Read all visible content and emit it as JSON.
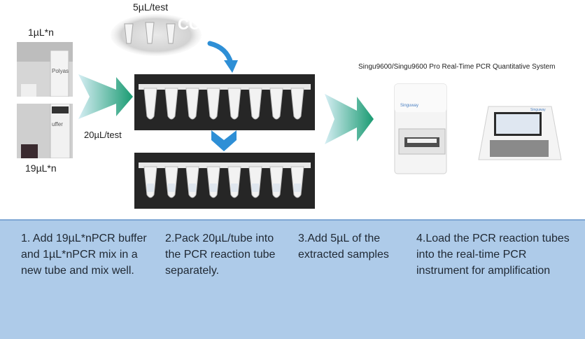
{
  "labels": {
    "top_dose": "5µL/test",
    "mix_vol": "1µL*n",
    "buffer_vol": "19µL*n",
    "transfer_vol": "20µL/test",
    "tube_text_mix": "Polyas",
    "tube_text_buffer": "uffer",
    "cut_text": "CO",
    "system_title": "Singu9600/Singu9600 Pro Real-Time PCR Quantitative System",
    "brand_small": "Singuway"
  },
  "steps": [
    {
      "text": "1. Add 19µL*nPCR buffer and 1µL*nPCR mix in a new tube and mix well."
    },
    {
      "text": "2.Pack 20µL/tube into the PCR reaction tube separately."
    },
    {
      "text": "3.Add 5µL of the extracted samples"
    },
    {
      "text": "4.Load the PCR reaction tubes into the real-time PCR instrument for amplification"
    }
  ],
  "colors": {
    "panel_bg": "#aecbe9",
    "arrow_blue": "#2e8fd6",
    "arrow_teal_start": "#d6eef4",
    "arrow_teal_end": "#1a9b72"
  }
}
